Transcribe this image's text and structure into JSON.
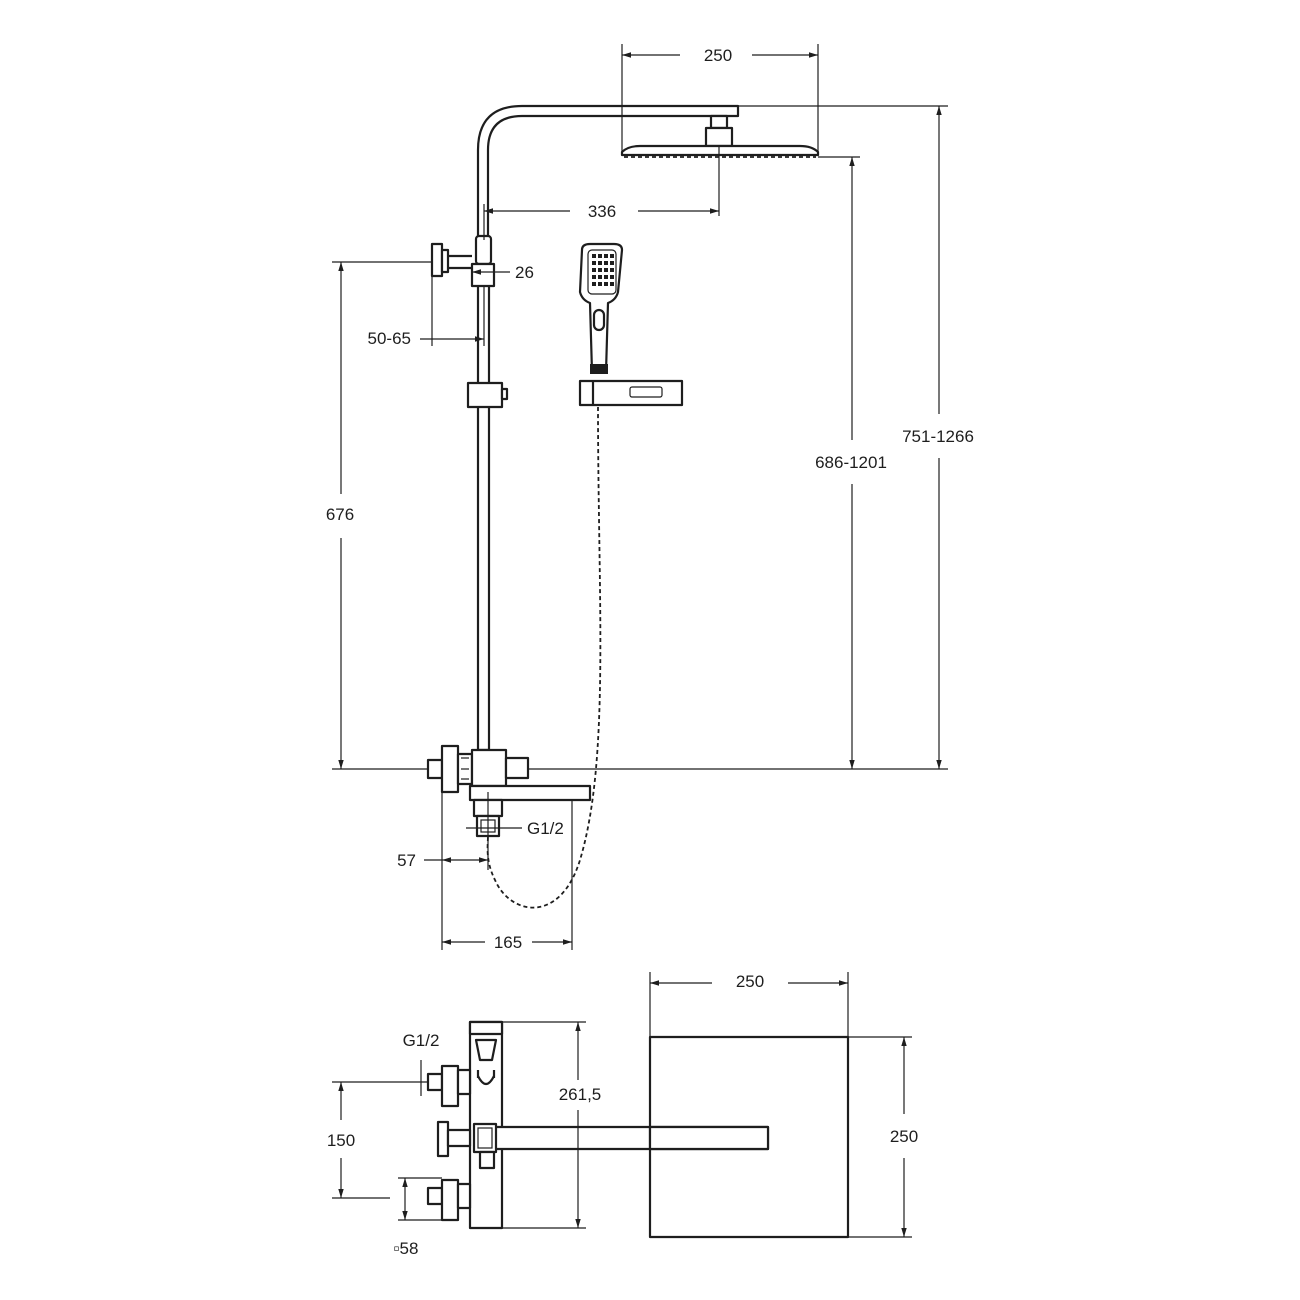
{
  "diagram": {
    "line_color": "#1e1e1e",
    "background": "#ffffff",
    "front_view": {
      "dimensions": {
        "head_width": "250",
        "arm_reach": "336",
        "holder_offset": "26",
        "wall_distance": "50-65",
        "bar_height": "676",
        "head_height": "686-1201",
        "total_height": "751-1266",
        "inlet_thread": "G1/2",
        "mixer_depth": "57",
        "spout_length": "165"
      }
    },
    "top_view": {
      "dimensions": {
        "head_width": "250",
        "head_depth": "250",
        "bar_length": "261,5",
        "inlet_thread": "G1/2",
        "inlet_spacing": "150",
        "square_size": "▫58"
      }
    }
  }
}
